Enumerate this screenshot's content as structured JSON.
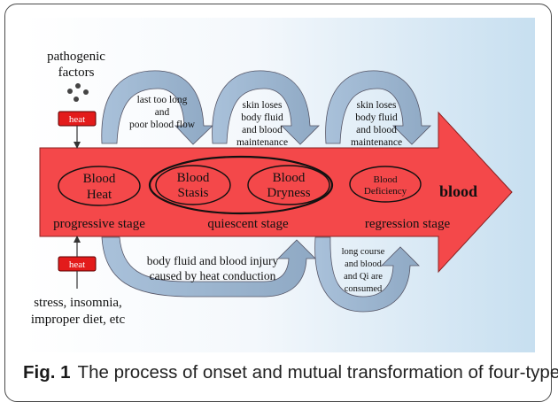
{
  "diagram": {
    "pathogenic_label": [
      "pathogenic",
      "factors"
    ],
    "heat_tag_top": "heat",
    "heat_tag_bottom": "heat",
    "internal_factors": [
      "stress, insomnia,",
      "improper diet, etc"
    ],
    "blood_label": "blood",
    "nodes": {
      "blood_heat": [
        "Blood",
        "Heat"
      ],
      "blood_stasis": [
        "Blood",
        "Stasis"
      ],
      "blood_dryness": [
        "Blood",
        "Dryness"
      ],
      "blood_deficiency": [
        "Blood",
        "Deficiency"
      ]
    },
    "stages": {
      "progressive": "progressive stage",
      "quiescent": "quiescent stage",
      "regression": "regression stage"
    },
    "transitions": {
      "heat_to_stasis": [
        "last too long",
        "and",
        "poor blood flow"
      ],
      "stasis_to_dryness": [
        "skin loses",
        "body fluid",
        "and blood",
        "maintenance"
      ],
      "dryness_to_deficiency": [
        "skin loses",
        "body fluid",
        "and blood",
        "maintenance"
      ],
      "heat_to_dryness": [
        "body fluid and blood injury",
        "caused by heat conduction"
      ],
      "deficiency_cycle": [
        "long course",
        "and blood",
        "and Qi are",
        "consumed"
      ]
    },
    "colors": {
      "arrow_fill": "#f4484a",
      "small_arrow_fill": "#a9c1da",
      "heat_tag_fill": "#e31b1b",
      "background_gradient_end": "#c7dff0"
    }
  },
  "caption": {
    "label": "Fig. 1",
    "text": "The process of onset and mutual transformation of four-type"
  }
}
